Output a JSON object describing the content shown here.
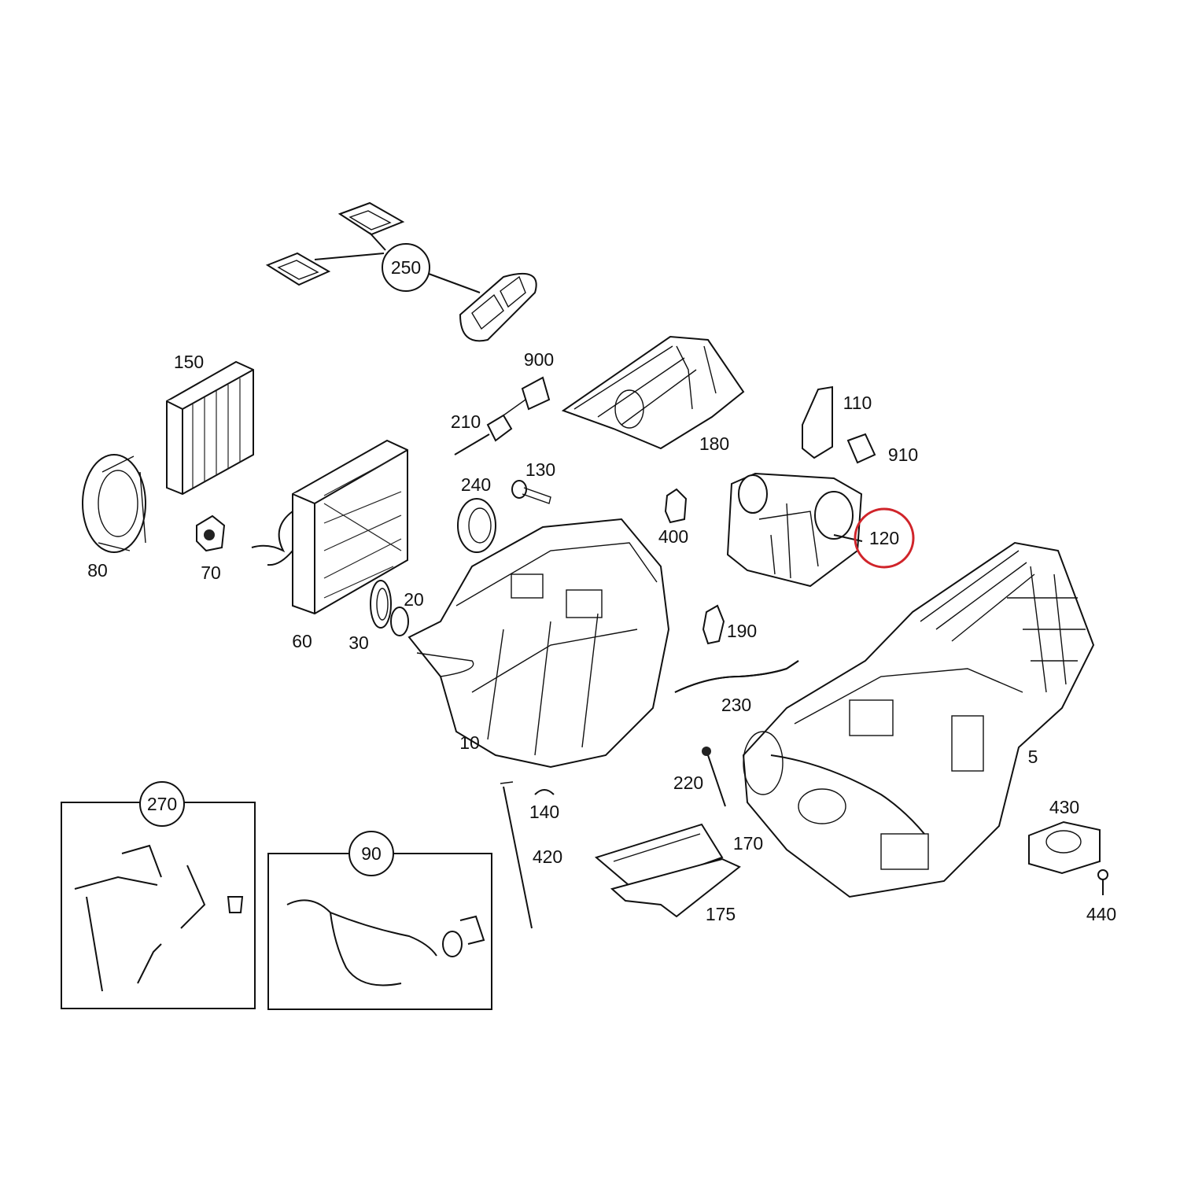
{
  "parts": {
    "p5": "5",
    "p10": "10",
    "p20": "20",
    "p30": "30",
    "p60": "60",
    "p70": "70",
    "p80": "80",
    "p90": "90",
    "p110": "110",
    "p120": "120",
    "p130": "130",
    "p140": "140",
    "p150": "150",
    "p170": "170",
    "p175": "175",
    "p180": "180",
    "p190": "190",
    "p210": "210",
    "p220": "220",
    "p230": "230",
    "p240": "240",
    "p250": "250",
    "p270": "270",
    "p400": "400",
    "p420": "420",
    "p430": "430",
    "p440": "440",
    "p900": "900",
    "p910": "910"
  },
  "highlight": {
    "part": "120",
    "color": "#d0242a"
  },
  "colors": {
    "line": "#111111",
    "background": "#ffffff"
  }
}
